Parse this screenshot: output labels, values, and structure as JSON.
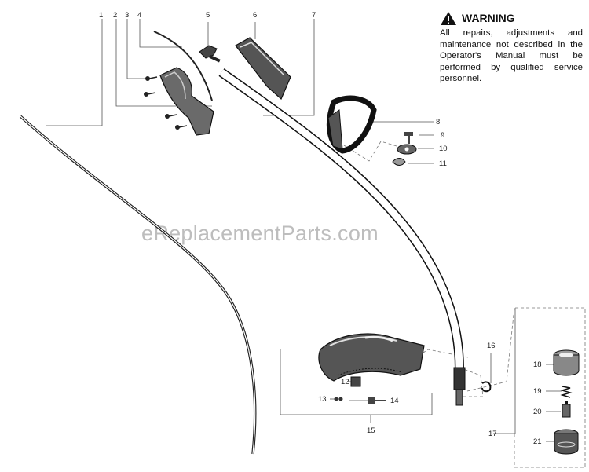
{
  "warning": {
    "title": "WARNING",
    "text": "All repairs, adjustments and maintenance not described in the Operator's Manual must be performed by qualified service personnel."
  },
  "watermark": "eReplacementParts.com",
  "callouts": {
    "c1": "1",
    "c2": "2",
    "c3": "3",
    "c4": "4",
    "c5": "5",
    "c6": "6",
    "c7": "7",
    "c8": "8",
    "c9": "9",
    "c10": "10",
    "c11": "11",
    "c12": "12",
    "c13": "13",
    "c14": "14",
    "c15": "15",
    "c16": "16",
    "c17": "17",
    "c18": "18",
    "c19": "19",
    "c20": "20",
    "c21": "21"
  }
}
